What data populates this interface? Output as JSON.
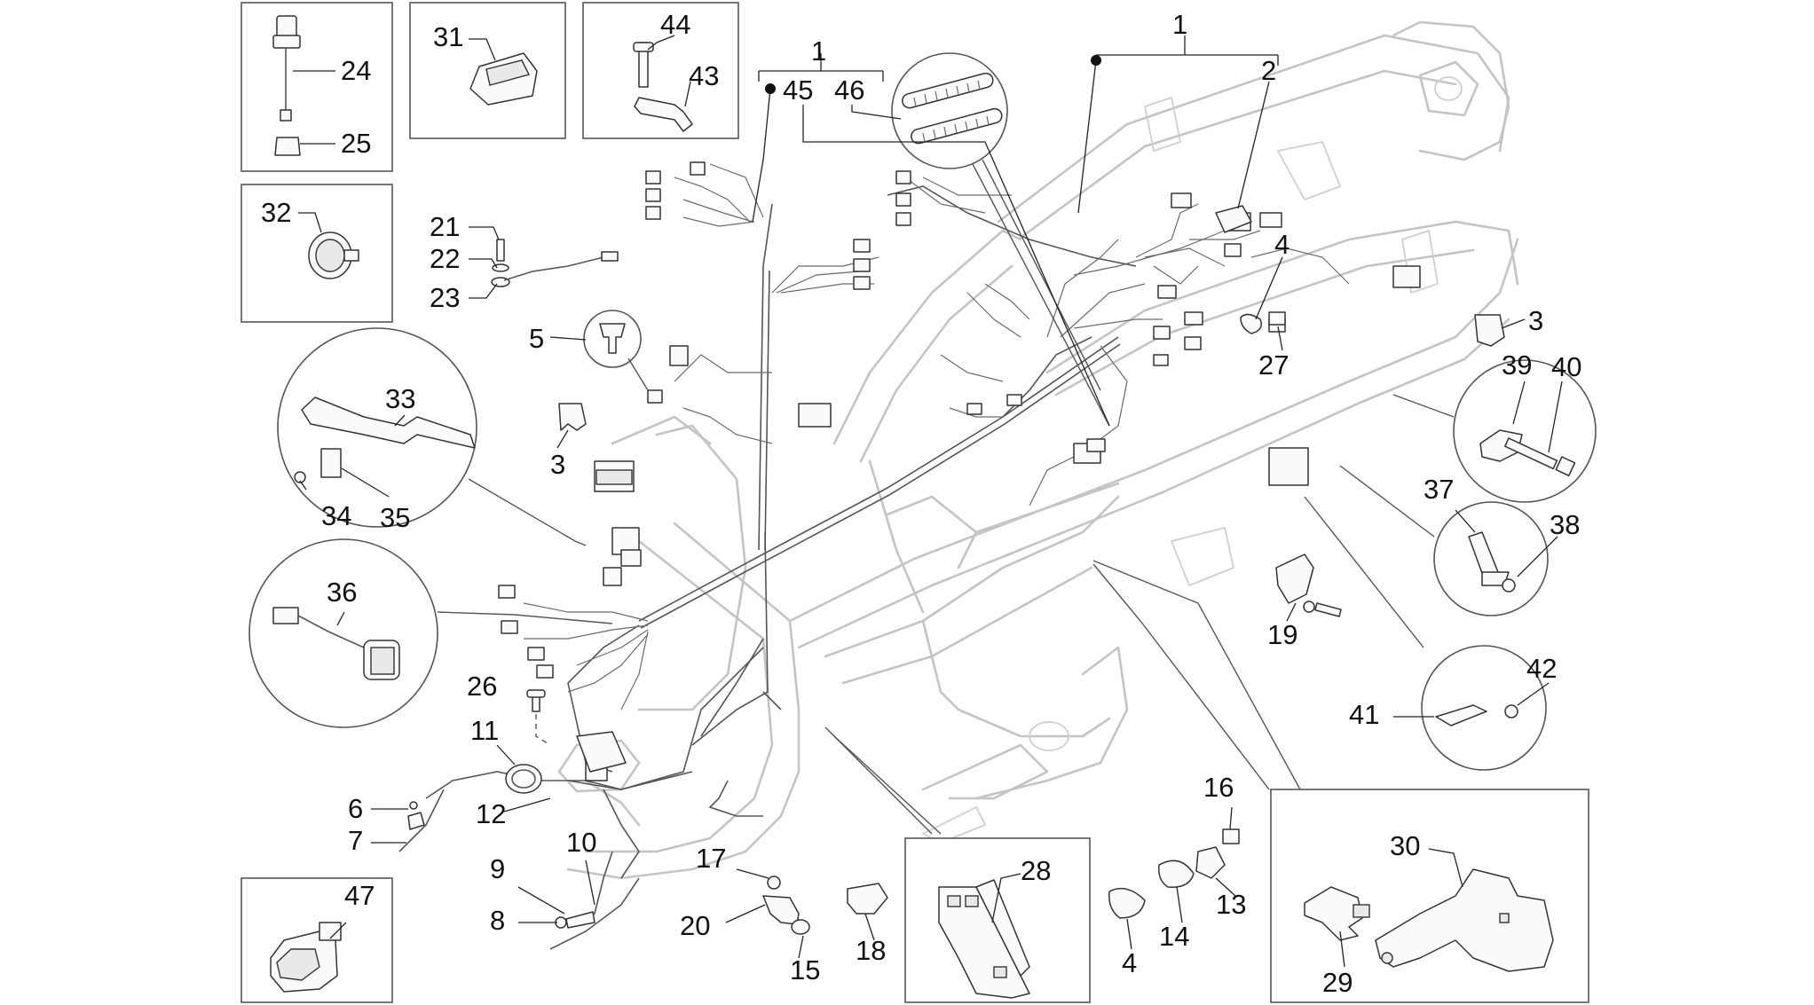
{
  "callouts": {
    "c1a": "1",
    "c1b": "1",
    "c2": "2",
    "c3a": "3",
    "c3b": "3",
    "c4a": "4",
    "c4b": "4",
    "c5": "5",
    "c6": "6",
    "c7": "7",
    "c8": "8",
    "c9": "9",
    "c10": "10",
    "c11": "11",
    "c12": "12",
    "c13": "13",
    "c14": "14",
    "c15": "15",
    "c16": "16",
    "c17": "17",
    "c18": "18",
    "c19": "19",
    "c20": "20",
    "c21": "21",
    "c22": "22",
    "c23": "23",
    "c24": "24",
    "c25": "25",
    "c26": "26",
    "c27": "27",
    "c28": "28",
    "c29": "29",
    "c30": "30",
    "c31": "31",
    "c32": "32",
    "c33": "33",
    "c34": "34",
    "c35": "35",
    "c36": "36",
    "c37": "37",
    "c38": "38",
    "c39": "39",
    "c40": "40",
    "c41": "41",
    "c42": "42",
    "c43": "43",
    "c44": "44",
    "c45": "45",
    "c46": "46",
    "c47": "47"
  }
}
